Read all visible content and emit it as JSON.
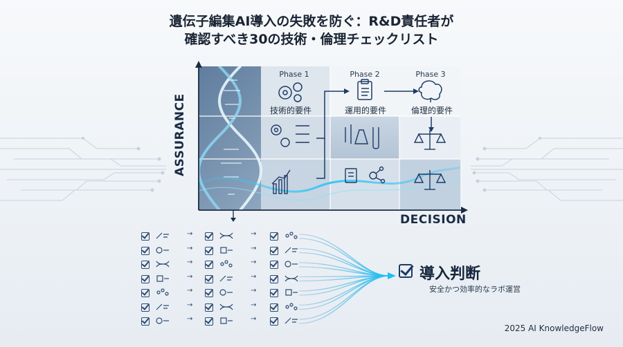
{
  "title": {
    "line1": "遺伝子編集AI導入の失敗を防ぐ：R&D責任者が",
    "line2": "確認すべき30の技術・倫理チェックリスト"
  },
  "axes": {
    "y": "ASSURANCE",
    "x": "DECISION"
  },
  "phases": [
    {
      "label": "Phase 1",
      "requirement": "技術的要件",
      "icon": "gears-icon"
    },
    {
      "label": "Phase 2",
      "requirement": "運用的要件",
      "icon": "clipboard-icon"
    },
    {
      "label": "Phase 3",
      "requirement": "倫理的要件",
      "icon": "brain-icon"
    }
  ],
  "checklist": {
    "rows": 7,
    "columns": 3
  },
  "decision": {
    "title": "導入判断",
    "subtitle": "安全かつ効率的なラボ運営"
  },
  "footer": "2025 AI KnowledgeFlow",
  "colors": {
    "accent": "#1e3a66",
    "glow": "#38c6f4",
    "panel": "#4a6a8c"
  }
}
